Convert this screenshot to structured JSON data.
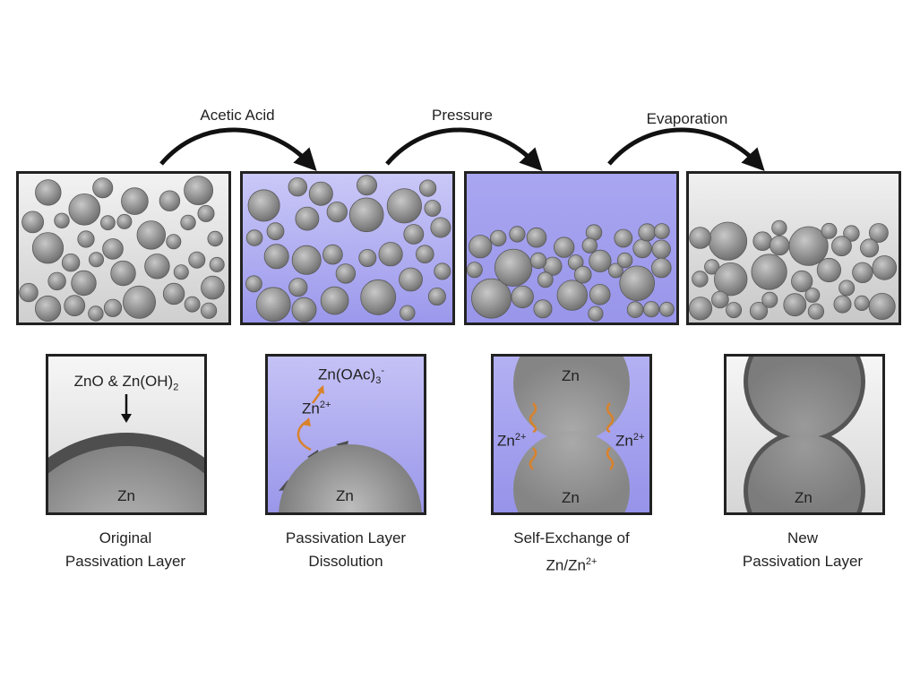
{
  "steps": {
    "acetic_acid": "Acetic Acid",
    "pressure": "Pressure",
    "evaporation": "Evaporation"
  },
  "detail": {
    "zno_base": "ZnO & Zn(OH)",
    "zno_sub": "2",
    "zn": "Zn",
    "zn_oac_base": "Zn(OAc)",
    "zn_oac_sub": "3",
    "zn_oac_sup": "-",
    "zn_ion_base": "Zn",
    "zn_ion_sup": "2+"
  },
  "captions": {
    "c1_line1": "Original",
    "c1_line2": "Passivation Layer",
    "c2_line1": "Passivation Layer",
    "c2_line2": "Dissolution",
    "c3_line1": "Self-Exchange of",
    "c3_line2_base": "Zn/Zn",
    "c3_line2_sup": "2+",
    "c4_line1": "New",
    "c4_line2": "Passivation Layer"
  },
  "colors": {
    "particle": "#8c8c8c",
    "solution": "#9f9cef",
    "background_gray": "#dcdcdc",
    "passivation_layer": "#555555",
    "ion_arrow": "#d9822b"
  }
}
